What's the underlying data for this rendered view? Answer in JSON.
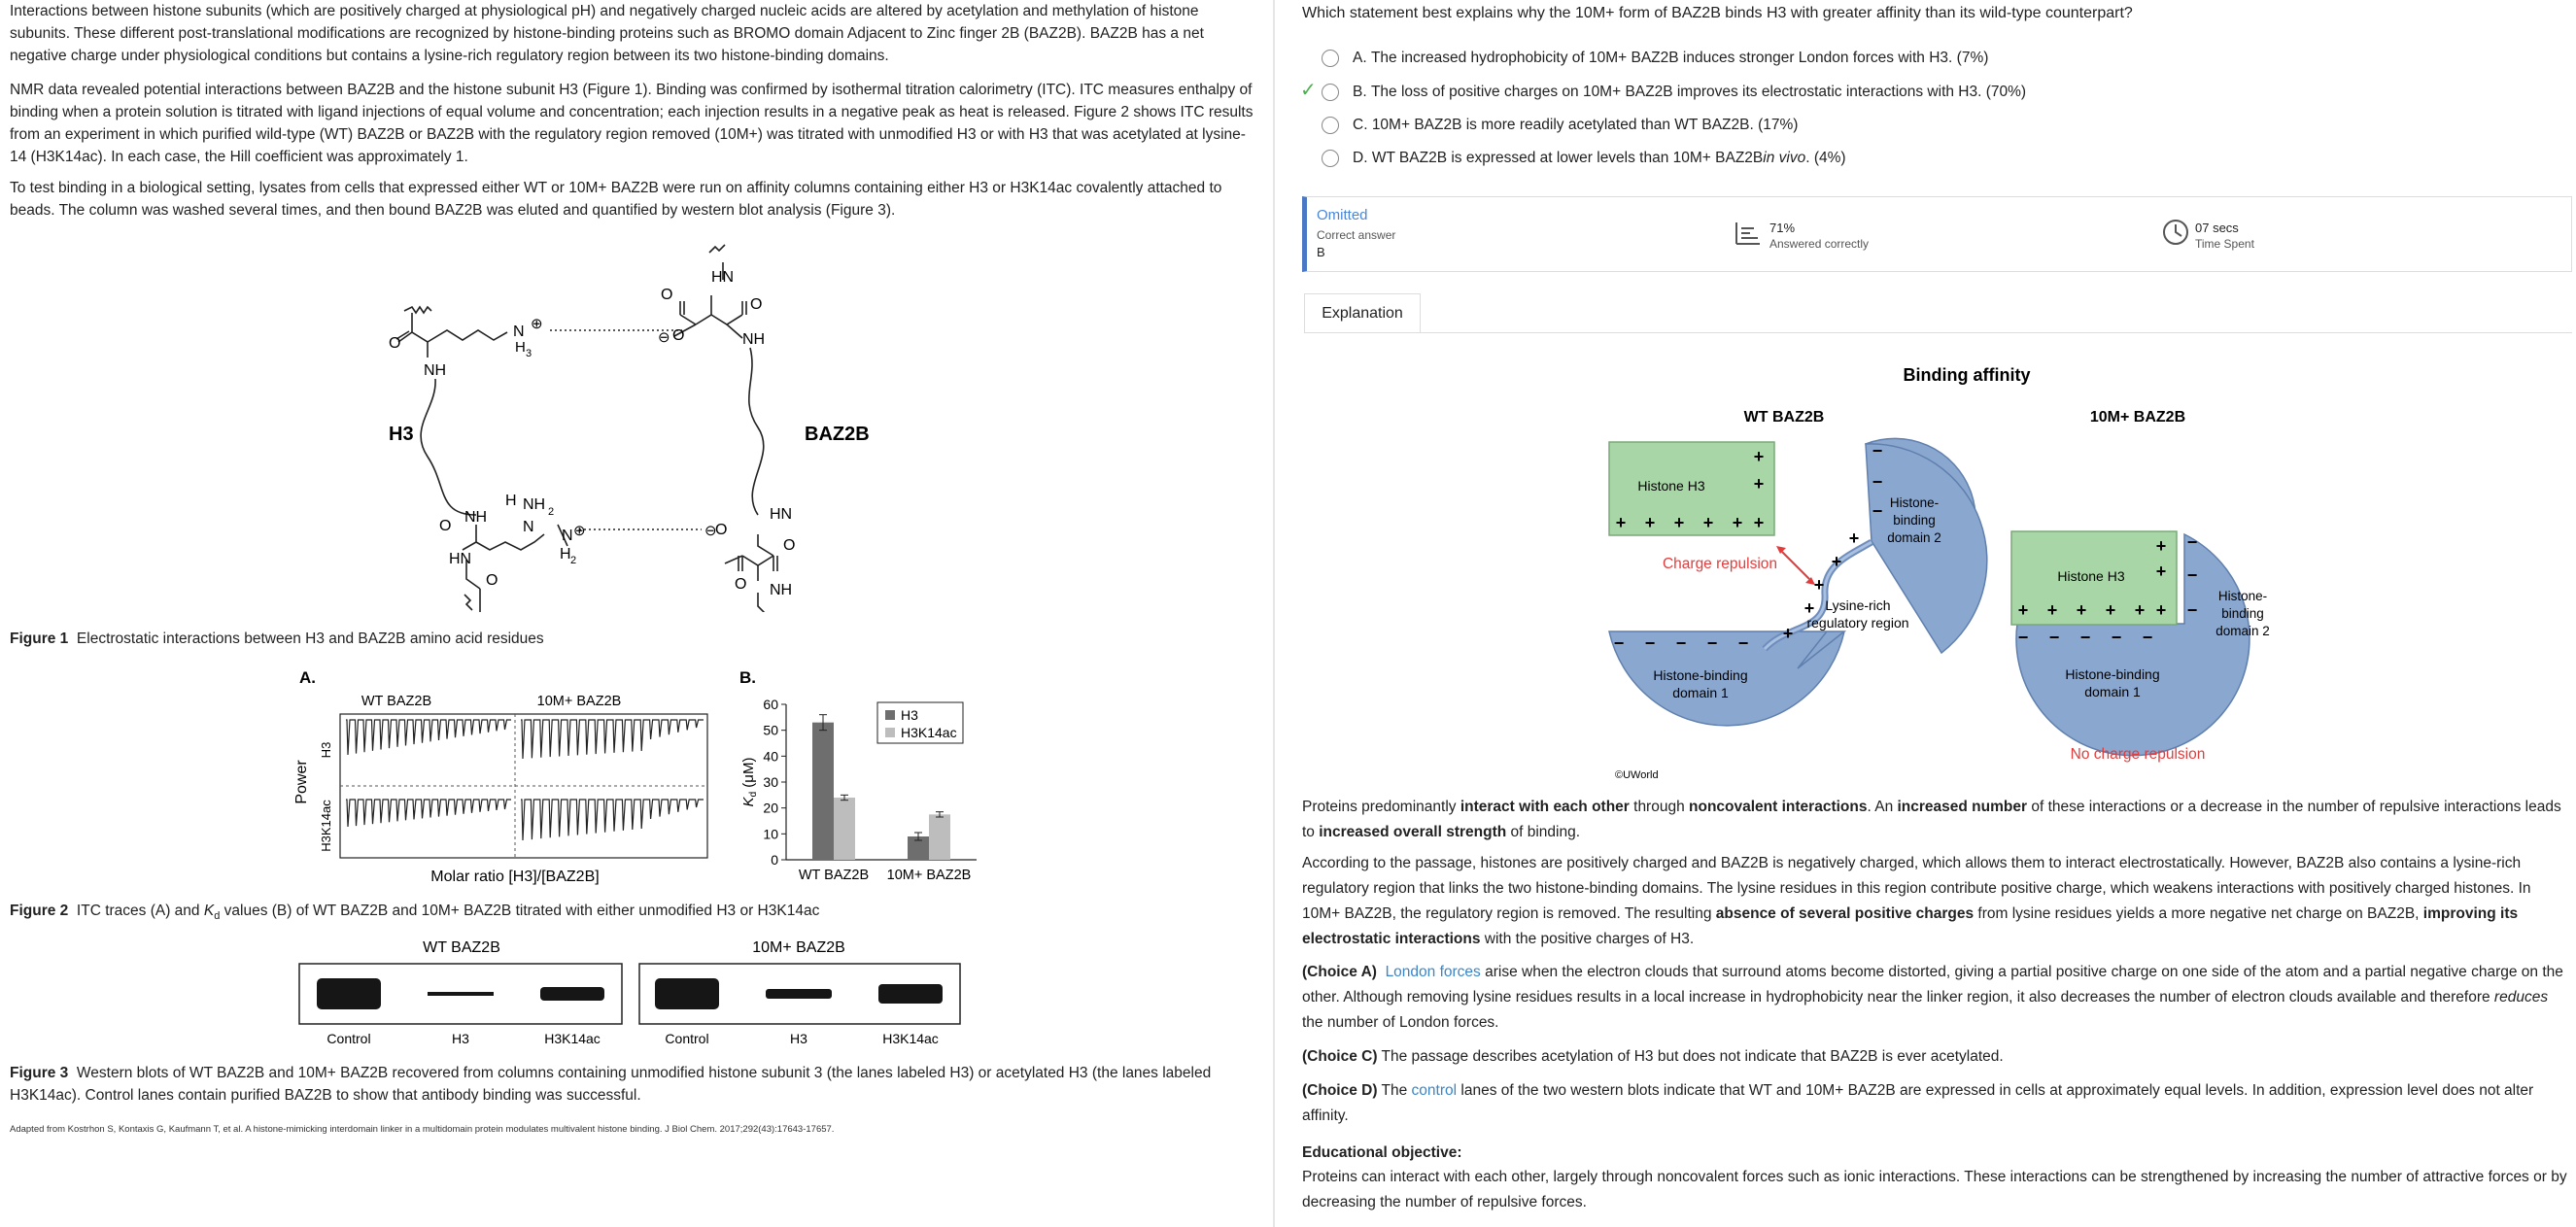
{
  "passage": {
    "p1": "Interactions between histone subunits (which are positively charged at physiological pH) and negatively charged nucleic acids are altered by acetylation and methylation of histone subunits.  These different post-translational modifications are recognized by histone-binding proteins such as BROMO domain Adjacent to Zinc finger 2B (BAZ2B).  BAZ2B has a net negative charge under physiological conditions but contains a lysine-rich regulatory region between its two histone-binding domains.",
    "p2": "NMR data revealed potential interactions between BAZ2B and the histone subunit H3 (Figure 1).  Binding was confirmed by isothermal titration calorimetry (ITC).  ITC measures enthalpy of binding when a protein solution is titrated with ligand injections of equal volume and concentration; each injection results in a negative peak as heat is released.  Figure 2 shows ITC results from an experiment in which purified wild-type (WT) BAZ2B or BAZ2B with the regulatory region removed (10M+) was titrated with unmodified H3 or with H3 that was acetylated at lysine-14 (H3K14ac).  In each case, the Hill coefficient was approximately 1.",
    "p3": "To test binding in a biological setting, lysates from cells that expressed either WT or 10M+ BAZ2B were run on affinity columns containing either H3 or H3K14ac covalently attached to beads.  The column was washed several times, and then bound BAZ2B was eluted and quantified by western blot analysis (Figure 3)."
  },
  "fig1": {
    "label": "Figure 1",
    "caption": "Electrostatic interactions between H3 and BAZ2B amino acid residues",
    "h3": "H3",
    "baz2b": "BAZ2B",
    "atoms": {
      "nh": "NH",
      "hn": "HN",
      "n": "N",
      "h": "H",
      "h3sub": "3",
      "nh2": "NH",
      "o": "O",
      "h2": "H",
      "sub2": "2",
      "plus": "⊕",
      "minus": "⊖"
    }
  },
  "fig2": {
    "label": "Figure 2",
    "caption_pre": "ITC traces (A) and ",
    "caption_k": "K",
    "caption_d": "d",
    "caption_post": " values (B) of WT BAZ2B and 10M+ BAZ2B titrated with either unmodified H3 or H3K14ac",
    "panelA": "A.",
    "panelB": "B.",
    "wt": "WT BAZ2B",
    "m10": "10M+ BAZ2B",
    "power": "Power",
    "row1": "H3",
    "row2": "H3K14ac",
    "xlabel": "Molar ratio [H3]/[BAZ2B]",
    "ylabel_k": "K",
    "ylabel_d": "d",
    "ylabel_unit": " (μM)"
  },
  "chart_data": {
    "type": "bar",
    "categories": [
      "WT BAZ2B",
      "10M+ BAZ2B"
    ],
    "series": [
      {
        "name": "H3",
        "values": [
          53,
          9
        ],
        "errors": [
          3,
          1.5
        ],
        "color": "#6e6e6e"
      },
      {
        "name": "H3K14ac",
        "values": [
          24,
          17.5
        ],
        "errors": [
          1,
          1
        ],
        "color": "#bdbdbd"
      }
    ],
    "ylim": [
      0,
      60
    ],
    "yticks": [
      "0",
      "10",
      "20",
      "30",
      "40",
      "50",
      "60"
    ],
    "legend": "top-right"
  },
  "fig3": {
    "label": "Figure 3",
    "caption": "Western blots of WT BAZ2B and 10M+ BAZ2B recovered from columns containing unmodified histone subunit 3 (the lanes labeled H3) or acetylated H3 (the lanes labeled H3K14ac).  Control lanes contain purified BAZ2B to show that antibody binding was successful.",
    "wt": "WT BAZ2B",
    "m10": "10M+ BAZ2B",
    "lanes": [
      "Control",
      "H3",
      "H3K14ac"
    ]
  },
  "source": "Adapted from Kostrhon S, Kontaxis G, Kaufmann T, et al. A histone-mimicking interdomain linker in a multidomain protein modulates multivalent histone binding. J Biol Chem. 2017;292(43):17643-17657.",
  "question": {
    "stem": "Which statement best explains why the 10M+ form of BAZ2B binds H3 with greater affinity than its wild-type counterpart?",
    "choices": [
      {
        "letter": "A.",
        "text": "The increased hydrophobicity of 10M+ BAZ2B induces stronger London forces with H3.",
        "pct": "(7%)"
      },
      {
        "letter": "B.",
        "text": "The loss of positive charges on 10M+ BAZ2B improves its electrostatic interactions with H3.",
        "pct": "(70%)"
      },
      {
        "letter": "C.",
        "text": "10M+ BAZ2B is more readily acetylated than WT BAZ2B.",
        "pct": "(17%)"
      },
      {
        "letter": "D.",
        "text": "WT BAZ2B is expressed at lower levels than 10M+ BAZ2B ",
        "italic": "in vivo",
        "pct": ".  (4%)"
      }
    ],
    "check": "✓"
  },
  "stats": {
    "status": "Omitted",
    "correct_label": "Correct answer",
    "correct_value": "B",
    "pct_value": "71%",
    "pct_label": "Answered correctly",
    "time_value": "07 secs",
    "time_label": "Time Spent"
  },
  "tab": "Explanation",
  "explain_fig": {
    "title": "Binding affinity",
    "wt": "WT BAZ2B",
    "m10": "10M+ BAZ2B",
    "histone": "Histone H3",
    "hbd1a": "Histone-binding",
    "hbd1b": "domain 1",
    "hbd2a": "Histone-",
    "hbd2b": "binding",
    "hbd2c": "domain 2",
    "repulsion": "Charge repulsion",
    "lys1": "Lysine-rich",
    "lys2": "regulatory region",
    "norep": "No charge repulsion",
    "copy": "©UWorld",
    "plus": "+",
    "minus": "−"
  },
  "explanation": {
    "e1a": "Proteins predominantly ",
    "e1b": "interact with each other",
    "e1c": " through ",
    "e1d": "noncovalent interactions",
    "e1e": ".  An ",
    "e1f": "increased number",
    "e1g": " of these interactions or a decrease in the number of repulsive interactions leads to ",
    "e1h": "increased overall strength",
    "e1i": " of binding.",
    "e2a": "According to the passage, histones are positively charged and BAZ2B is negatively charged, which allows them to interact electrostatically.  However, BAZ2B also contains a lysine-rich regulatory region that links the two histone-binding domains.  The lysine residues in this region contribute positive charge, which weakens interactions with positively charged histones.  In 10M+ BAZ2B, the regulatory region is removed.  The resulting ",
    "e2b": "absence of several positive charges",
    "e2c": " from lysine residues yields a more negative net charge on BAZ2B, ",
    "e2d": "improving its electrostatic interactions",
    "e2e": " with the positive charges of H3.",
    "e3a": "(Choice A)",
    "e3b": "London forces",
    "e3c": " arise when the electron clouds that surround atoms become distorted, giving a partial positive charge on one side of the atom and a partial negative charge on the other.  Although removing lysine residues results in a local increase in hydrophobicity near the linker region, it also decreases the number of electron clouds available and therefore ",
    "e3d": "reduces",
    "e3e": " the number of London forces.",
    "e4a": "(Choice C)",
    "e4b": "  The passage describes acetylation of H3 but does not indicate that BAZ2B is ever acetylated.",
    "e5a": "(Choice D)",
    "e5b": "  The ",
    "e5c": "control",
    "e5d": " lanes of the two western blots indicate that WT and 10M+ BAZ2B are expressed in cells at approximately equal levels.  In addition, expression level does not alter affinity.",
    "obj_title": "Educational objective:",
    "obj_text": "Proteins can interact with each other, largely through noncovalent forces such as ionic interactions.  These interactions can be strengthened by increasing the number of attractive forces or by decreasing the number of repulsive forces."
  }
}
